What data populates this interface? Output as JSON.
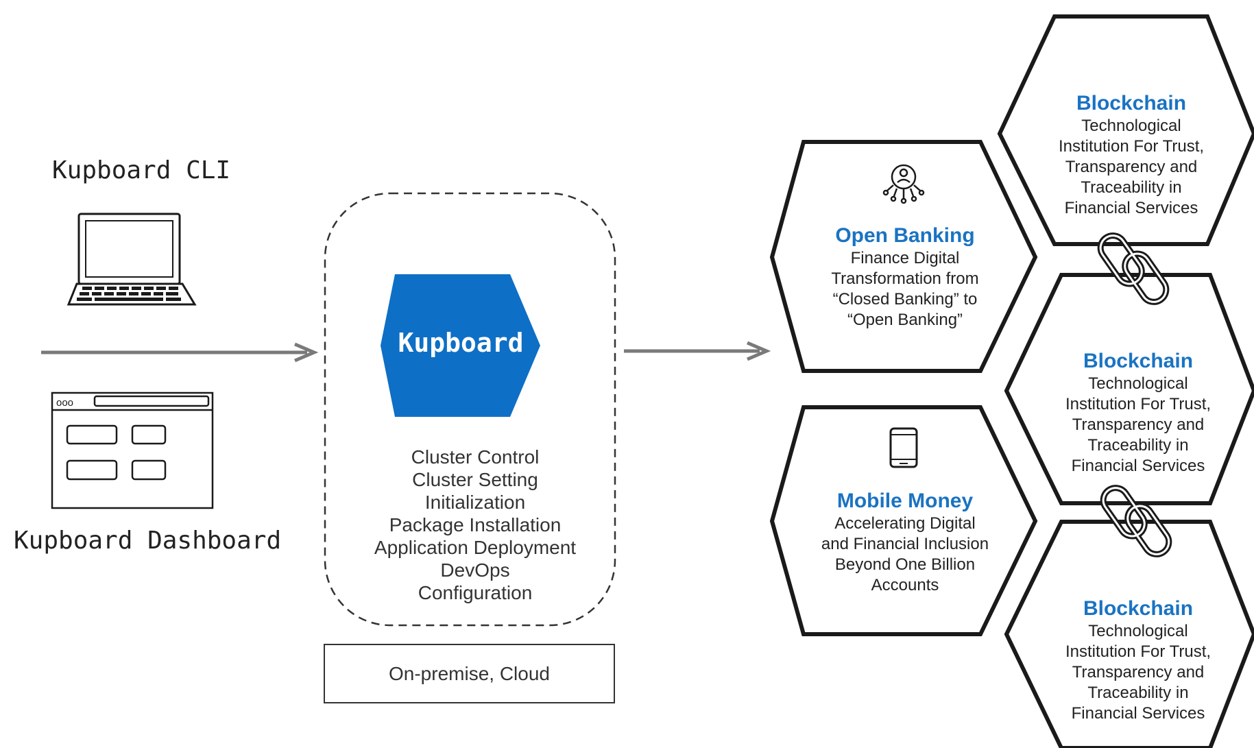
{
  "clients": {
    "cli_label": "Kupboard CLI",
    "dashboard_label": "Kupboard Dashboard",
    "dashboard_window_dots": "ooo"
  },
  "platform": {
    "name": "Kupboard",
    "capabilities": [
      "Cluster Control",
      "Cluster Setting",
      "Initialization",
      "Package Installation",
      "Application Deployment",
      "DevOps",
      "Configuration"
    ],
    "deployment": "On-premise, Cloud"
  },
  "services": [
    {
      "title": "Open Banking",
      "icon": "open-banking-network-icon",
      "lines": [
        "Finance Digital",
        "Transformation from",
        "“Closed Banking” to",
        "“Open Banking”"
      ]
    },
    {
      "title": "Mobile Money",
      "icon": "mobile-phone-icon",
      "lines": [
        "Accelerating Digital",
        "and Financial Inclusion",
        "Beyond One Billion",
        "Accounts"
      ]
    },
    {
      "title": "Blockchain",
      "icon": "",
      "lines": [
        "Technological",
        "Institution For Trust,",
        "Transparency and",
        "Traceability in",
        "Financial Services"
      ]
    },
    {
      "title": "Blockchain",
      "icon": "",
      "lines": [
        "Technological",
        "Institution For Trust,",
        "Transparency and",
        "Traceability in",
        "Financial Services"
      ]
    },
    {
      "title": "Blockchain",
      "icon": "",
      "lines": [
        "Technological",
        "Institution For Trust,",
        "Transparency and",
        "Traceability in",
        "Financial Services"
      ]
    }
  ],
  "colors": {
    "accent_blue": "#0e6fc6",
    "title_blue": "#1a73c2",
    "arrow_gray": "#7a7a7a",
    "outline": "#1a1a1a"
  }
}
